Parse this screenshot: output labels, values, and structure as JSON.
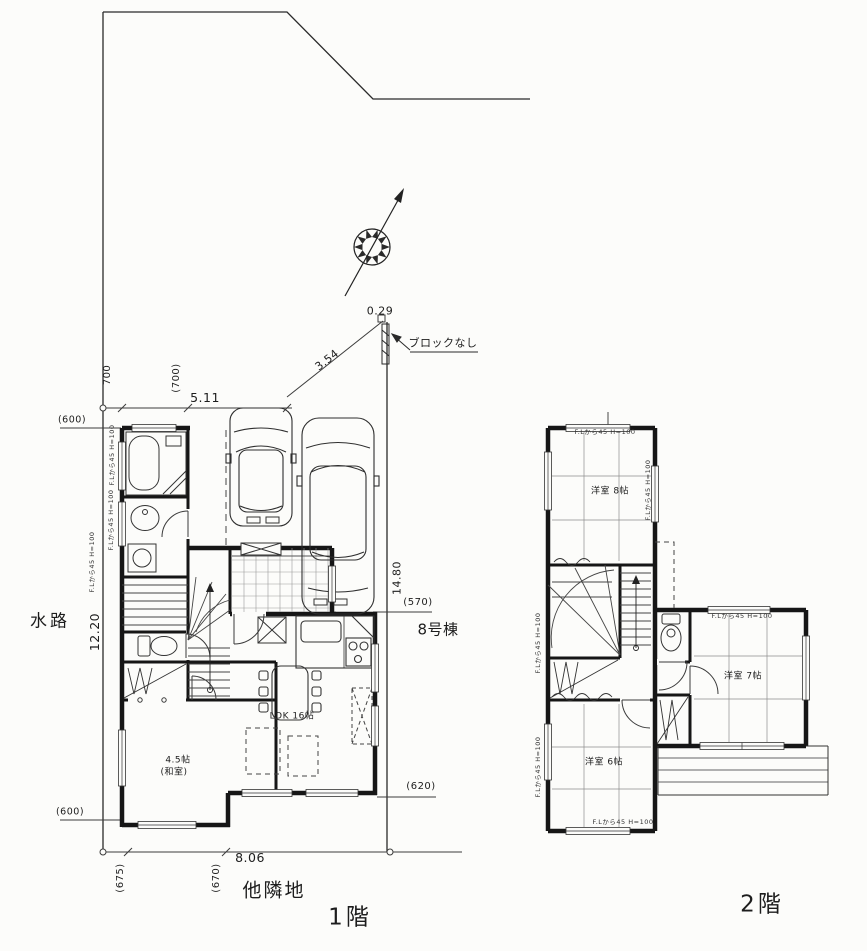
{
  "labels": {
    "floor1": "1階",
    "floor2": "2階",
    "waterway": "水路",
    "neighbor": "他隣地",
    "building": "8号棟",
    "block_note": "ブロックなし"
  },
  "dims": {
    "w511": "5.11",
    "d1220": "12.20",
    "d1480": "14.80",
    "w806": "8.06",
    "diag354": "3.54",
    "off029": "0.29",
    "off700": "700",
    "off700p": "(700)",
    "off600a": "(600)",
    "off600b": "(600)",
    "off675": "(675)",
    "off670": "(670)",
    "off620": "(620)",
    "off570": "(570)"
  },
  "rooms": {
    "ldk": "LDK 16帖",
    "jap_size": "4.5帖",
    "jap_name": "(和室)",
    "r2_main": "洋室 8帖",
    "r2_right": "洋室 7帖",
    "r2_low": "洋室 6帖"
  },
  "notes": {
    "window": "F.Lから45 H=100"
  }
}
